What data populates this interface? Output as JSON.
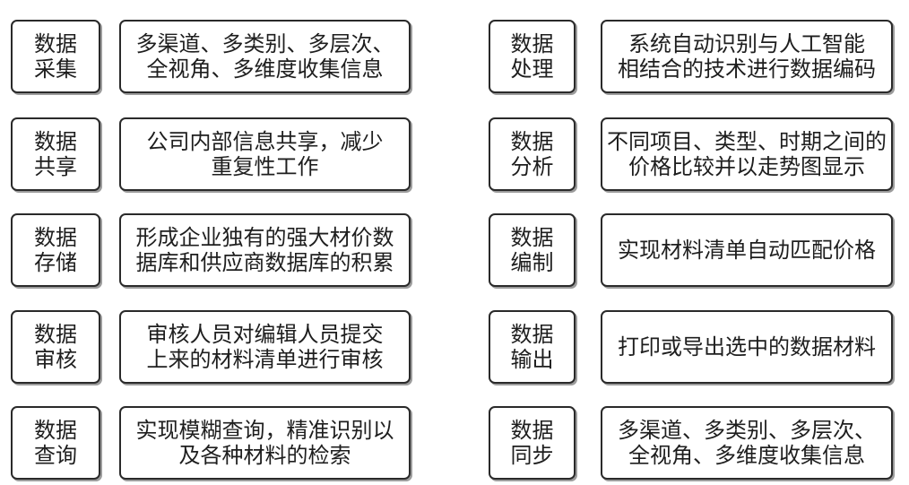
{
  "left": [
    {
      "label": [
        "数据",
        "采集"
      ],
      "desc": [
        "多渠道、多类别、多层次、",
        "全视角、多维度收集信息"
      ]
    },
    {
      "label": [
        "数据",
        "共享"
      ],
      "desc": [
        "公司内部信息共享，减少",
        "重复性工作"
      ]
    },
    {
      "label": [
        "数据",
        "存储"
      ],
      "desc": [
        "形成企业独有的强大材价数",
        "据库和供应商数据库的积累"
      ]
    },
    {
      "label": [
        "数据",
        "审核"
      ],
      "desc": [
        "审核人员对编辑人员提交",
        "上来的材料清单进行审核"
      ]
    },
    {
      "label": [
        "数据",
        "查询"
      ],
      "desc": [
        "实现模糊查询，精准识别以",
        "及各种材料的检索"
      ]
    }
  ],
  "right": [
    {
      "label": [
        "数据",
        "处理"
      ],
      "desc": [
        "系统自动识别与人工智能",
        "相结合的技术进行数据编码"
      ]
    },
    {
      "label": [
        "数据",
        "分析"
      ],
      "desc": [
        "不同项目、类型、时期之间的",
        "价格比较并以走势图显示"
      ]
    },
    {
      "label": [
        "数据",
        "编制"
      ],
      "desc": [
        "实现材料清单自动匹配价格"
      ]
    },
    {
      "label": [
        "数据",
        "输出"
      ],
      "desc": [
        "打印或导出选中的数据材料"
      ]
    },
    {
      "label": [
        "数据",
        "同步"
      ],
      "desc": [
        "多渠道、多类别、多层次、",
        "全视角、多维度收集信息"
      ]
    }
  ]
}
